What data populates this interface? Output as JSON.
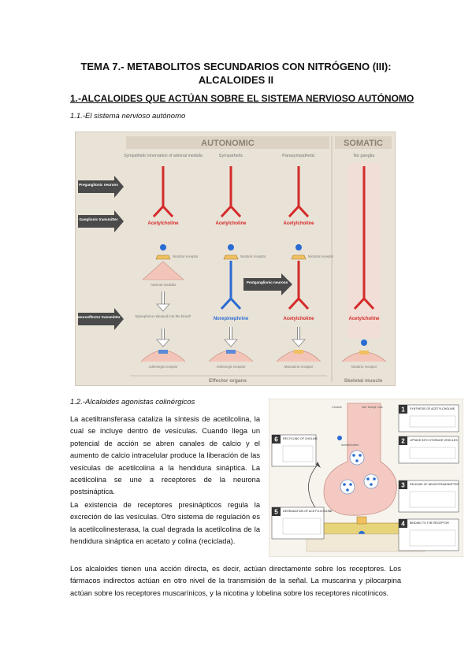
{
  "document": {
    "title_line1": "TEMA 7.- METABOLITOS SECUNDARIOS CON NITRÓGENO (III):",
    "title_line2": "ALCALOIDES II",
    "section1_heading": "1.-ALCALOIDES QUE ACTÚAN SOBRE EL SISTEMA NERVIOSO AUTÓNOMO",
    "subsection_1_1": "1.1.-El sistema nervioso autónomo",
    "subsection_1_2": "1.2.-Alcaloides agonistas colinérgicos",
    "para1": "La acetiltransferasa cataliza la síntesis de acetilcolina, la cual se incluye dentro de vesículas. Cuando llega un potencial de acción se abren canales de calcio y el aumento de calcio intracelular produce la liberación de las vesículas de acetilcolina a la hendidura sináptica. La acetilcolina se une a receptores de la neurona postsináptica.",
    "para2": "La existencia de receptores presinápticos regula la excreción de las vesículas. Otro sistema de regulación es la acetilcolinesterasa, la cual degrada la acetilcolina de la hendidura sináptica en acetato y colina (reciclada).",
    "para3": "Los alcaloides tienen una acción directa, es decir, actúan directamente sobre los receptores. Los fármacos indirectos actúan en otro nivel de la transmisión de la señal. La muscarina y pilocarpina actúan sobre los receptores muscarínicos, y la nicotina y lobelina sobre los receptores nicotínicos."
  },
  "figure_ans": {
    "header_autonomic": "AUTONOMIC",
    "header_somatic": "SOMATIC",
    "col1": "Sympathetic innervation of adrenal medulla",
    "col2": "Sympathetic",
    "col3": "Parasympathetic",
    "col4": "No ganglia",
    "left_preganglionic": "Preganglionic neurons",
    "left_ganglionic": "Ganglionic transmitter",
    "left_neuroeffector": "Neuroeffector transmitter",
    "ach": "Acetylcholine",
    "nicotinic_receptor": "Nicotinic receptor",
    "adrenal_medulla": "Adrenal medulla",
    "epinephrine_released": "Epinephrine released into the blood*",
    "postganglionic": "Postganglionic neurons",
    "norepinephrine": "Norepinephrine",
    "adrenergic_receptor": "Adrenergic receptor",
    "muscarinic_receptor": "Muscarinic receptor",
    "effector_organs": "Effector organs",
    "skeletal_muscle": "Skeletal muscle",
    "colors": {
      "cholinergic": "#d42a2a",
      "adrenergic": "#2a6bd4",
      "panel": "#e9e2d6",
      "dark_arrow": "#4a4a4a"
    }
  },
  "figure_synapse": {
    "steps": [
      {
        "num": "1",
        "title": "SYNTHESIS OF ACETYLCHOLINE"
      },
      {
        "num": "2",
        "title": "UPTAKE INTO STORAGE VESICLES"
      },
      {
        "num": "3",
        "title": "RELEASE OF NEUROTRANSMITTER"
      },
      {
        "num": "4",
        "title": "BINDING TO THE RECEPTOR"
      },
      {
        "num": "5",
        "title": "DEGRADATION OF ACETYLCHOLINE"
      },
      {
        "num": "6",
        "title": "RECYCLING OF CHOLINE"
      }
    ],
    "small_labels": {
      "top_left": "Choline",
      "top_right": "Na+ Acetyl CoA",
      "acetylcholine": "Acetylcholine"
    }
  }
}
